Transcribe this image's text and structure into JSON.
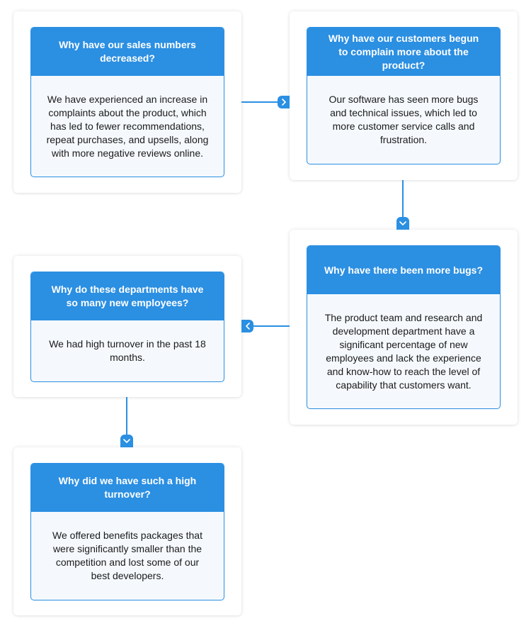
{
  "steps": [
    {
      "question": "Why have our sales numbers decreased?",
      "answer": "We have experienced an increase in complaints about the product, which has led to fewer recommendations, repeat purchases, and upsells, along with more negative reviews online."
    },
    {
      "question": "Why have our customers begun to complain more about the product?",
      "answer": "Our software has seen more bugs and technical issues, which led to more customer service calls and frustration."
    },
    {
      "question": "Why have there been more bugs?",
      "answer": "The product team and research and development department have a significant percentage of new employees and lack the experience and know-how to reach the level of capability that customers want."
    },
    {
      "question": "Why do these departments have so many new employees?",
      "answer": "We had high turnover in the past 18 months."
    },
    {
      "question": "Why did we have such a high turnover?",
      "answer": "We offered benefits packages that were significantly smaller than the competition and lost some of our best developers."
    }
  ],
  "colors": {
    "accent": "#2b8fe2",
    "body_bg": "#f5f9fd",
    "text": "#1a1a1a"
  },
  "icons": [
    "chevron-right-icon",
    "chevron-down-icon",
    "chevron-left-icon",
    "chevron-down-icon"
  ]
}
